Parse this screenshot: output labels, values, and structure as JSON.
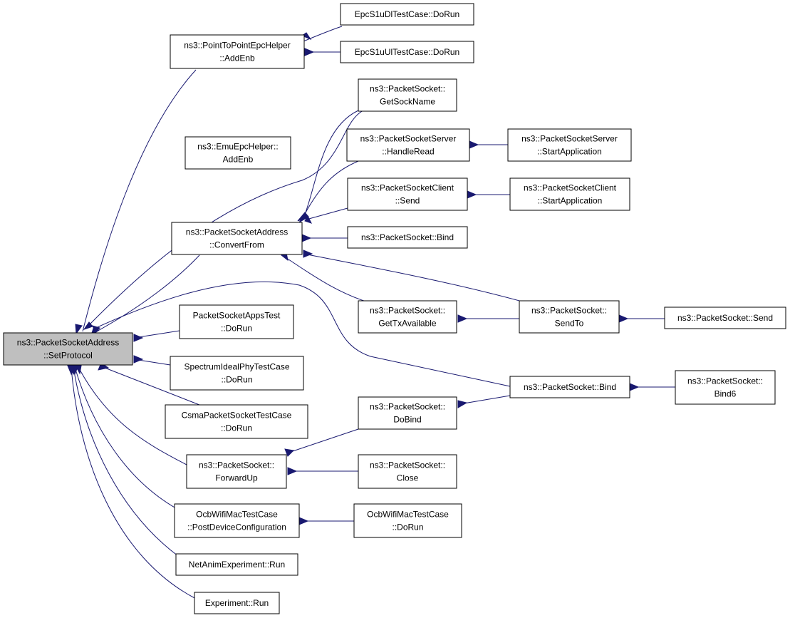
{
  "nodes": {
    "set_protocol": [
      "ns3::PacketSocketAddress",
      "::SetProtocol"
    ],
    "p2p_addenb": [
      "ns3::PointToPointEpcHelper",
      "::AddEnb"
    ],
    "dl_dorun": [
      "EpcS1uDlTestCase::DoRun"
    ],
    "ul_dorun": [
      "EpcS1uUlTestCase::DoRun"
    ],
    "emu_addenb": [
      "ns3::EmuEpcHelper::",
      "AddEnb"
    ],
    "getsockname": [
      "ns3::PacketSocket::",
      "GetSockName"
    ],
    "server_handleread": [
      "ns3::PacketSocketServer",
      "::HandleRead"
    ],
    "server_startapp": [
      "ns3::PacketSocketServer",
      "::StartApplication"
    ],
    "client_send": [
      "ns3::PacketSocketClient",
      "::Send"
    ],
    "client_startapp": [
      "ns3::PacketSocketClient",
      "::StartApplication"
    ],
    "convert_from": [
      "ns3::PacketSocketAddress",
      "::ConvertFrom"
    ],
    "bind_a": [
      "ns3::PacketSocket::Bind"
    ],
    "gettxavailable": [
      "ns3::PacketSocket::",
      "GetTxAvailable"
    ],
    "sendto": [
      "ns3::PacketSocket::",
      "SendTo"
    ],
    "send": [
      "ns3::PacketSocket::Send"
    ],
    "apps_test": [
      "PacketSocketAppsTest",
      "::DoRun"
    ],
    "spectrum_test": [
      "SpectrumIdealPhyTestCase",
      "::DoRun"
    ],
    "csma_test": [
      "CsmaPacketSocketTestCase",
      "::DoRun"
    ],
    "bind_b": [
      "ns3::PacketSocket::Bind"
    ],
    "bind6": [
      "ns3::PacketSocket::",
      "Bind6"
    ],
    "dobind": [
      "ns3::PacketSocket::",
      "DoBind"
    ],
    "forwardup": [
      "ns3::PacketSocket::",
      "ForwardUp"
    ],
    "close": [
      "ns3::PacketSocket::",
      "Close"
    ],
    "ocb_postdev": [
      "OcbWifiMacTestCase",
      "::PostDeviceConfiguration"
    ],
    "ocb_dorun": [
      "OcbWifiMacTestCase",
      "::DoRun"
    ],
    "netanim_run": [
      "NetAnimExperiment::Run"
    ],
    "experiment_run": [
      "Experiment::Run"
    ]
  },
  "root_node": "set_protocol",
  "colors": {
    "edge": "#191970",
    "root_fill": "#bfbfbf",
    "node_fill": "#ffffff",
    "border": "#000000"
  }
}
